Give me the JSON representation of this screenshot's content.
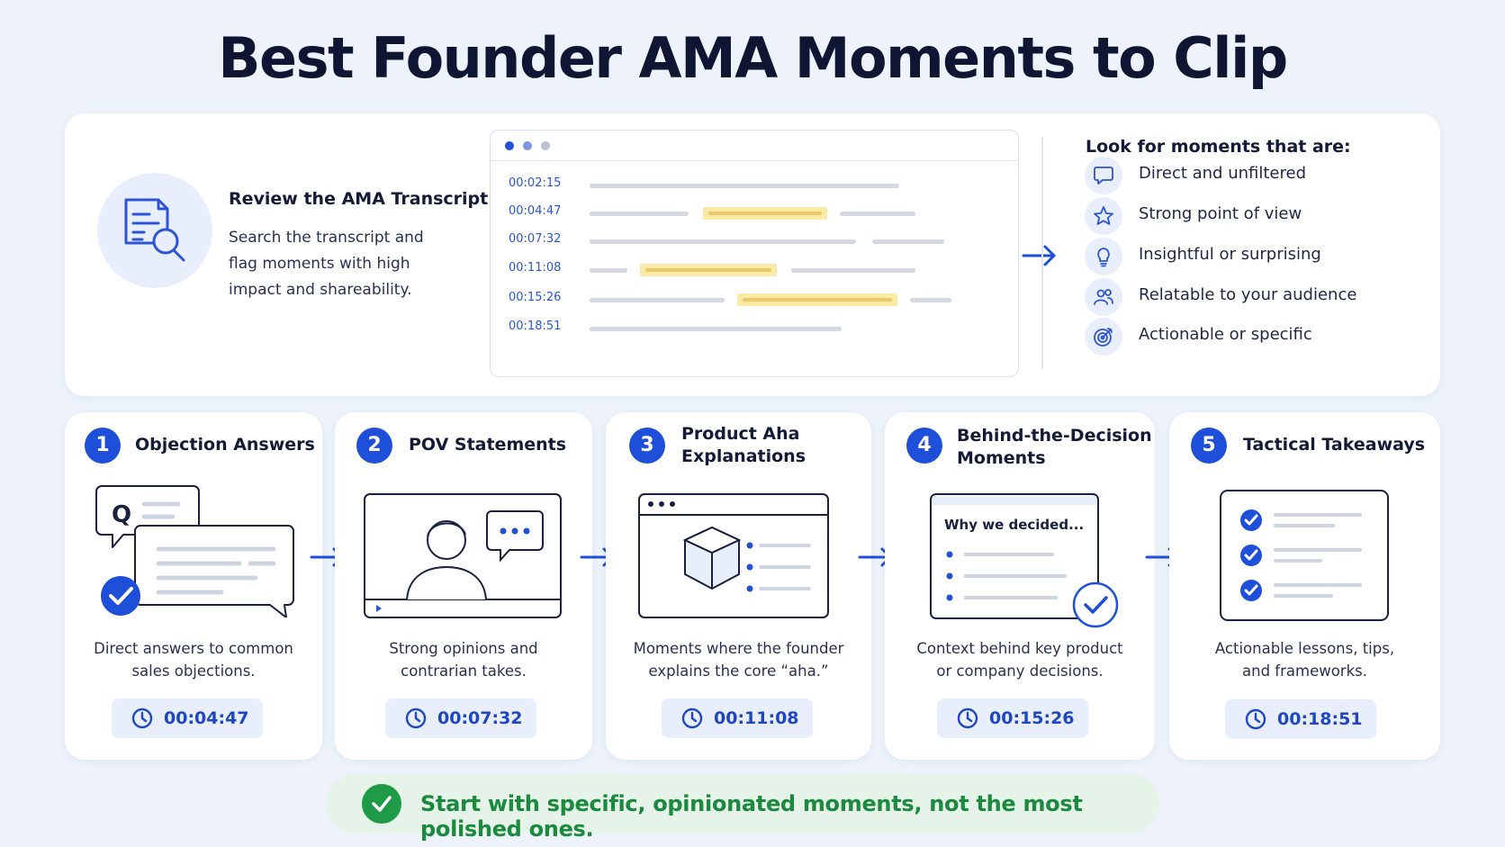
{
  "title": "Best Founder AMA Moments to Clip",
  "review": {
    "icon": "document-search-icon",
    "title": "Review the AMA Transcript",
    "description": "Search the transcript and flag moments with high impact and shareability."
  },
  "transcript": {
    "timestamps": [
      "00:02:15",
      "00:04:47",
      "00:07:32",
      "00:11:08",
      "00:15:26",
      "00:18:51"
    ],
    "highlighted_rows": [
      2,
      4,
      5
    ]
  },
  "criteria": {
    "title": "Look for moments that are:",
    "items": [
      {
        "label": "Direct and unfiltered",
        "icon": "speech-bubble-icon"
      },
      {
        "label": "Strong point of view",
        "icon": "star-icon"
      },
      {
        "label": "Insightful or surprising",
        "icon": "lightbulb-icon"
      },
      {
        "label": "Relatable to your audience",
        "icon": "people-icon"
      },
      {
        "label": "Actionable or specific",
        "icon": "target-icon"
      }
    ]
  },
  "steps": [
    {
      "number": "1",
      "title": "Objection Answers",
      "description_lines": [
        "Direct answers to common",
        "sales objections."
      ],
      "time": "00:04:47",
      "icon": "qa-chat-icon",
      "q_letter": "Q"
    },
    {
      "number": "2",
      "title": "POV Statements",
      "description_lines": [
        "Strong opinions and",
        "contrarian takes."
      ],
      "time": "00:07:32",
      "icon": "video-speaker-icon"
    },
    {
      "number": "3",
      "title_lines": [
        "Product Aha",
        "Explanations"
      ],
      "description_lines": [
        "Moments where the founder",
        "explains the core “aha.”"
      ],
      "time": "00:11:08",
      "icon": "product-cube-icon"
    },
    {
      "number": "4",
      "title_lines": [
        "Behind-the-Decision",
        "Moments"
      ],
      "description_lines": [
        "Context behind key product",
        "or company decisions."
      ],
      "time": "00:15:26",
      "icon": "decision-doc-icon",
      "doc_heading": "Why we decided..."
    },
    {
      "number": "5",
      "title": "Tactical Takeaways",
      "description_lines": [
        "Actionable lessons, tips,",
        "and frameworks."
      ],
      "time": "00:18:51",
      "icon": "checklist-icon"
    }
  ],
  "banner": {
    "text": "Start with specific, opinionated moments, not the most polished ones.",
    "icon": "check-circle-icon"
  },
  "colors": {
    "primary_blue": "#1e4fd8",
    "highlight_yellow": "#fbe9a6",
    "banner_green": "#1b8a3f",
    "background": "#eef3fb"
  }
}
